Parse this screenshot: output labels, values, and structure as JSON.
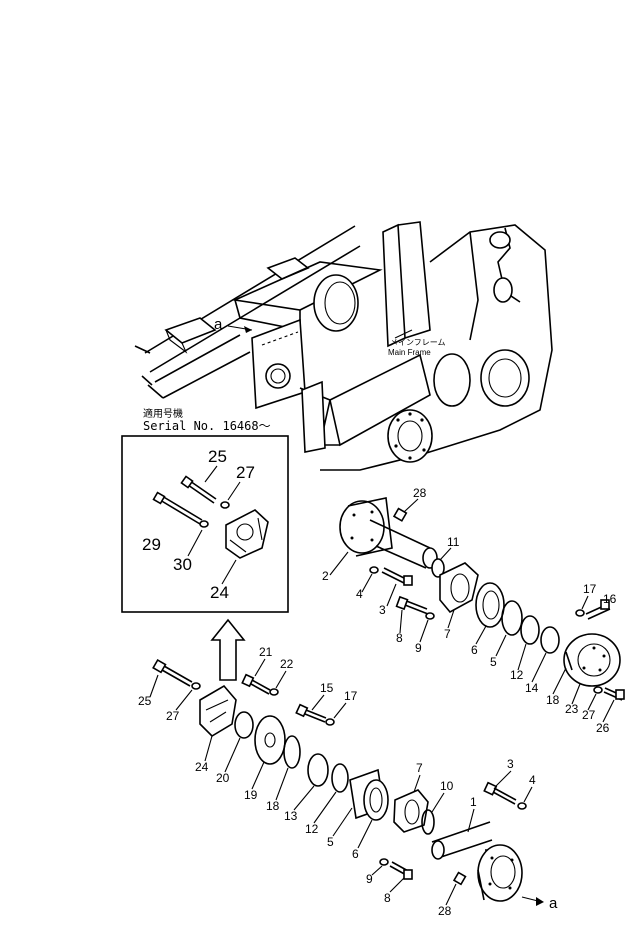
{
  "main_frame_label_jp": "メインフレーム",
  "main_frame_label": "Main Frame",
  "view_marker": "a",
  "serial_note_jp": "適用号機",
  "serial_note": "Serial  No. 16468～",
  "inset_callouts": [
    "25",
    "27",
    "29",
    "30",
    "24"
  ],
  "upper_callouts": [
    "28",
    "2",
    "11",
    "4",
    "3",
    "8",
    "9",
    "7",
    "6",
    "5",
    "12",
    "14",
    "18",
    "17",
    "16",
    "23",
    "27",
    "26"
  ],
  "lower_callouts": [
    "21",
    "22",
    "25",
    "27",
    "24",
    "20",
    "19",
    "15",
    "17",
    "18",
    "13",
    "12",
    "5",
    "6",
    "7",
    "10",
    "3",
    "4",
    "1",
    "9",
    "8",
    "28"
  ]
}
